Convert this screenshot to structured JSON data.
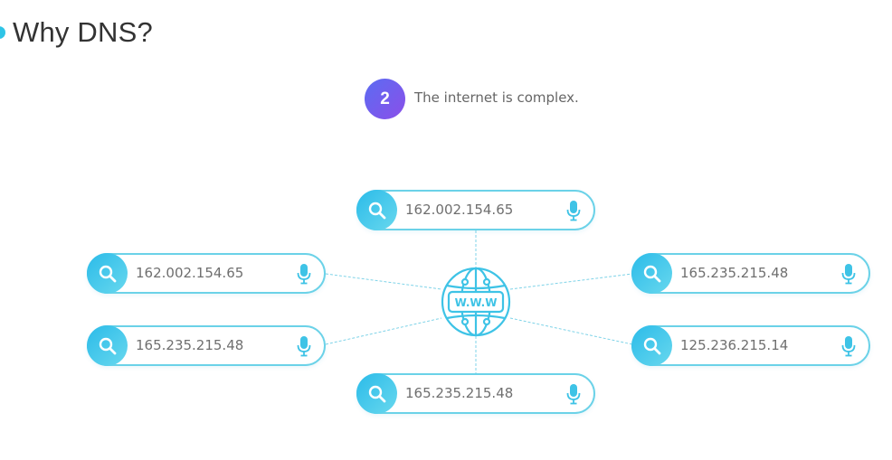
{
  "slide": {
    "title": "Why DNS?",
    "step": {
      "number": "2",
      "text": "The internet is complex."
    }
  },
  "globe": {
    "label": "W.W.W",
    "icon": "www-globe-icon"
  },
  "search_bars": [
    {
      "ip": "162.002.154.65"
    },
    {
      "ip": "162.002.154.65"
    },
    {
      "ip": "165.235.215.48"
    },
    {
      "ip": "165.235.215.48"
    },
    {
      "ip": "125.236.215.14"
    },
    {
      "ip": "165.235.215.48"
    }
  ],
  "icons": {
    "search": "search-icon",
    "mic": "microphone-icon"
  },
  "colors": {
    "accent": "#2fc4e6",
    "badge_gradient_start": "#5b6cf2",
    "badge_gradient_end": "#8b4fe9",
    "pill_border": "#6bd2e8",
    "text": "#333333",
    "muted_text": "#6f6f6f"
  }
}
